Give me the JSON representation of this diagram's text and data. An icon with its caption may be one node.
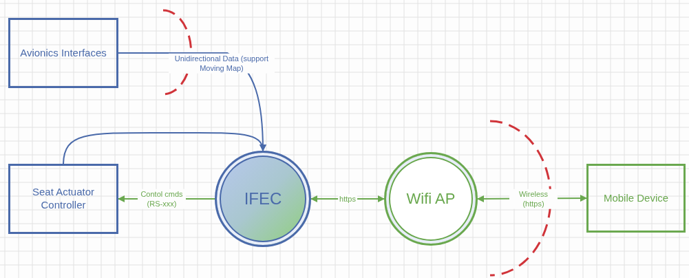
{
  "diagram": {
    "nodes": [
      {
        "text": [
          "Avionics Interfaces"
        ]
      },
      {
        "text": [
          "Seat Actuator Controller"
        ]
      },
      {
        "text": [
          "IFEC"
        ]
      },
      {
        "text": [
          "Wifi AP"
        ]
      },
      {
        "text": [
          "Mobile Device"
        ]
      }
    ],
    "edges": [
      {
        "from": 0,
        "to": 2,
        "arrow": "to",
        "label": "Unidirectional Data (support Moving Map)",
        "color": "#4a6aaa"
      },
      {
        "from": 1,
        "to": 2,
        "arrow": "to",
        "color": "#4a6aaa"
      },
      {
        "from": 2,
        "to": 1,
        "arrow": "to",
        "label": "Contol cmds (RS-xxx)"
      },
      {
        "from": 2,
        "to": 3,
        "arrow": "both",
        "label": "https"
      },
      {
        "from": 3,
        "to": 4,
        "arrow": "both",
        "label": "Wireless (https)"
      }
    ]
  }
}
